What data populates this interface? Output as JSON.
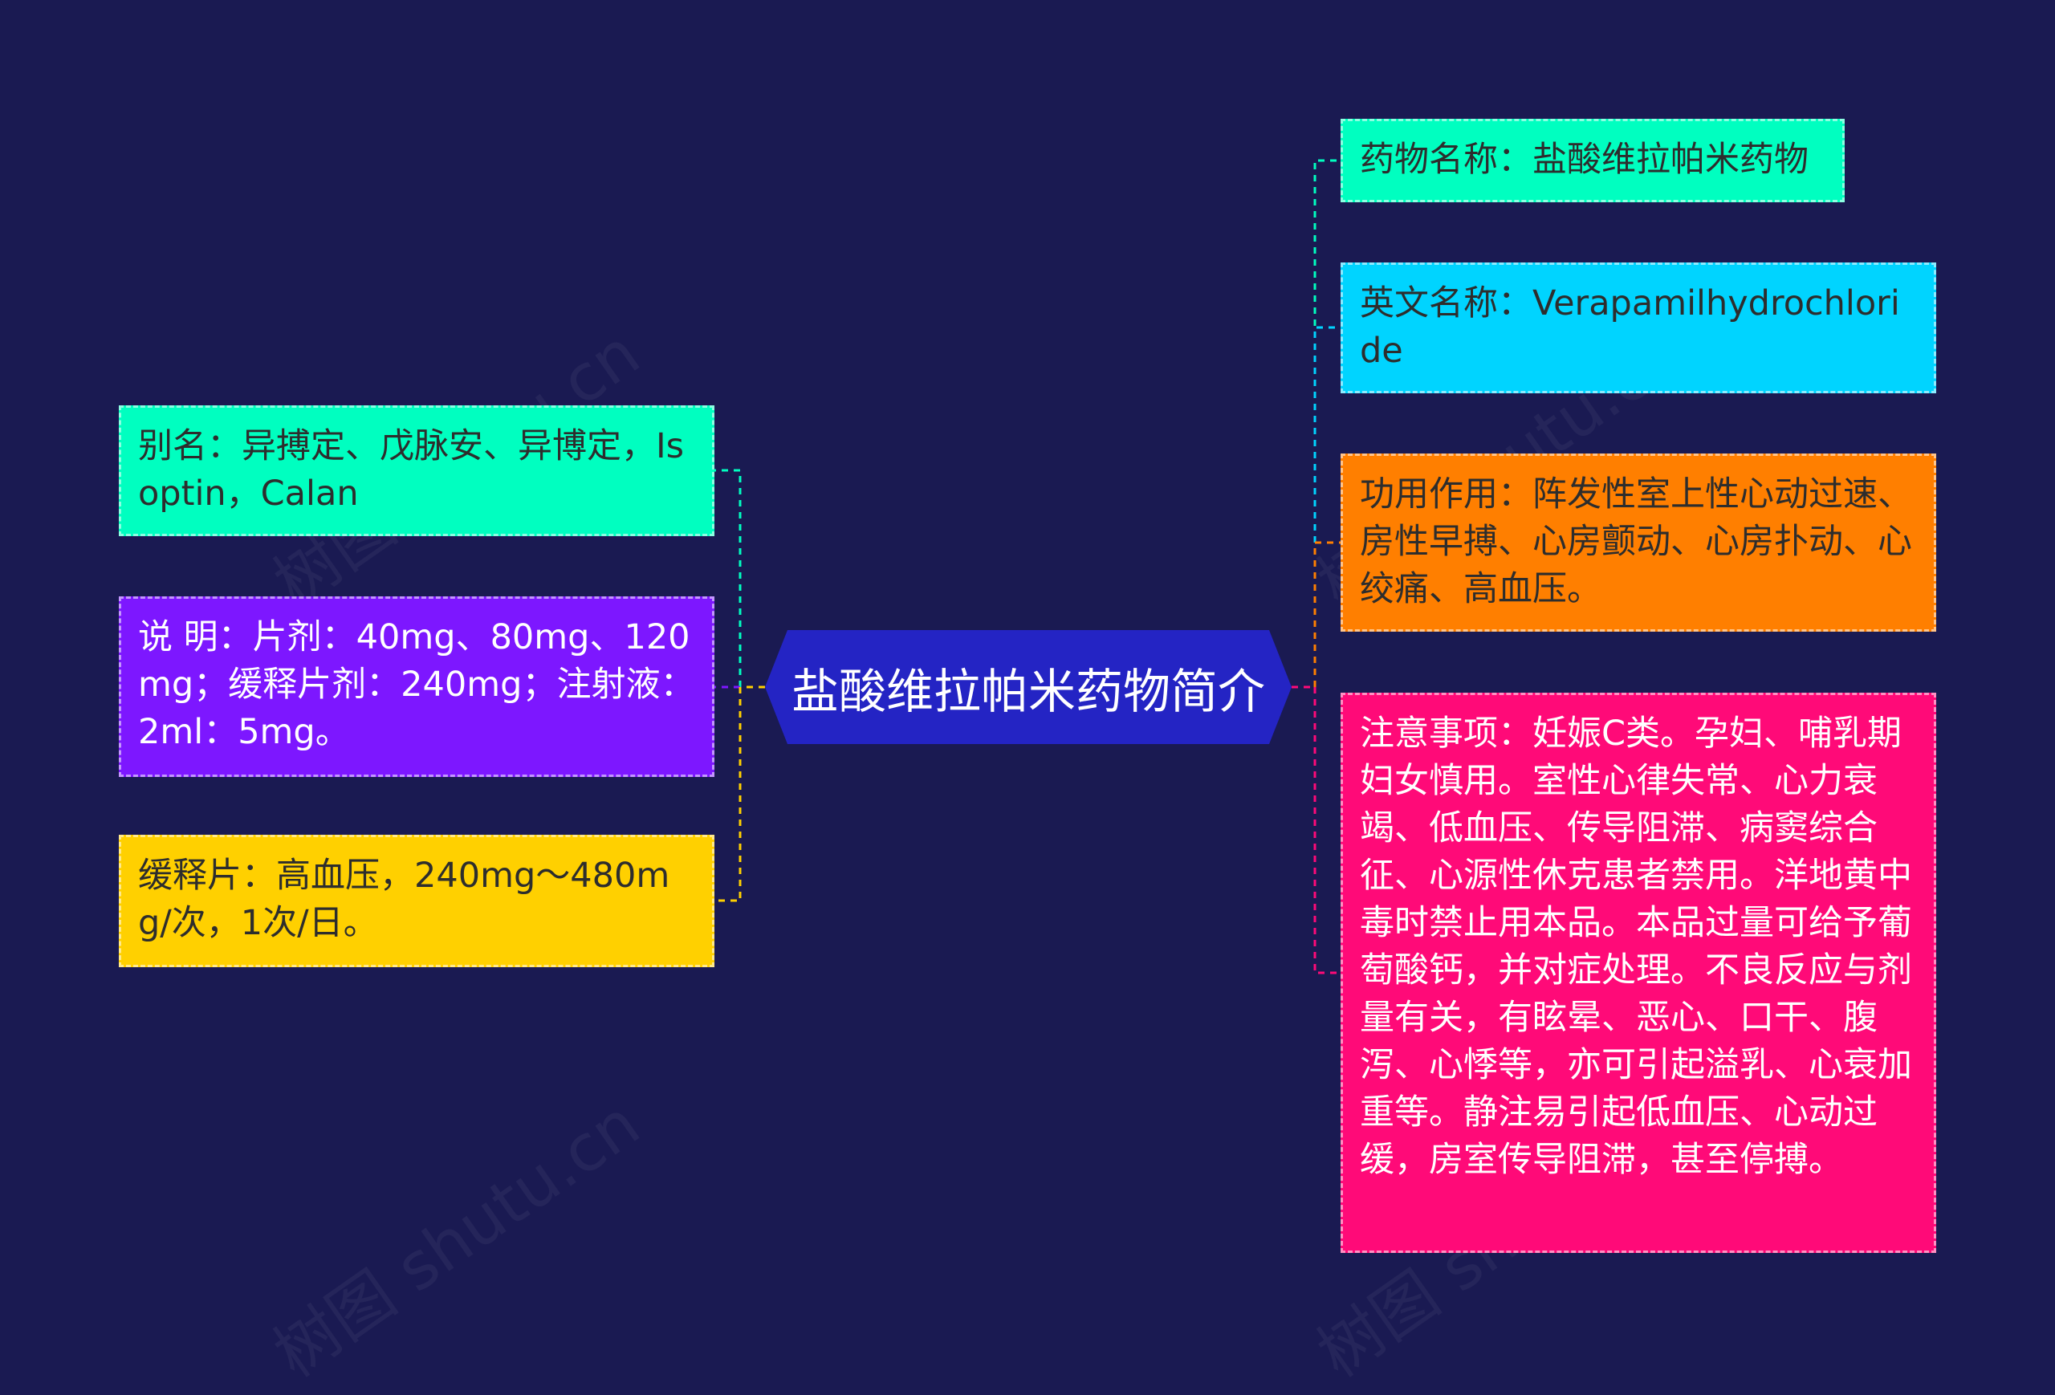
{
  "center": {
    "title": "盐酸维拉帕米药物简介"
  },
  "left": [
    {
      "text": "别名：异搏定、戊脉安、异博定，Isoptin，Calan",
      "color": "#00ffc0"
    },
    {
      "text": "说 明：片剂：40mg、80mg、120mg；缓释片剂：240mg；注射液：2ml：5mg。",
      "color": "#7d17ff"
    },
    {
      "text": "缓释片：高血压，240mg～480mg/次，1次/日。",
      "color": "#ffd000"
    }
  ],
  "right": [
    {
      "text": "药物名称：盐酸维拉帕米药物",
      "color": "#00ffc0"
    },
    {
      "text": "英文名称：Verapamilhydrochloride",
      "color": "#00d4ff"
    },
    {
      "text": "功用作用：阵发性室上性心动过速、房性早搏、心房颤动、心房扑动、心绞痛、高血压。",
      "color": "#ff7f00"
    },
    {
      "text": "注意事项：妊娠C类。孕妇、哺乳期妇女慎用。室性心律失常、心力衰竭、低血压、传导阻滞、病窦综合征、心源性休克患者禁用。洋地黄中毒时禁止用本品。本品过量可给予葡萄酸钙，并对症处理。不良反应与剂量有关，有眩晕、恶心、口干、腹泻、心悸等，亦可引起溢乳、心衰加重等。静注易引起低血压、心动过缓，房室传导阻滞，甚至停搏。",
      "color": "#ff0a78"
    }
  ],
  "watermark": "树图 shutu.cn"
}
